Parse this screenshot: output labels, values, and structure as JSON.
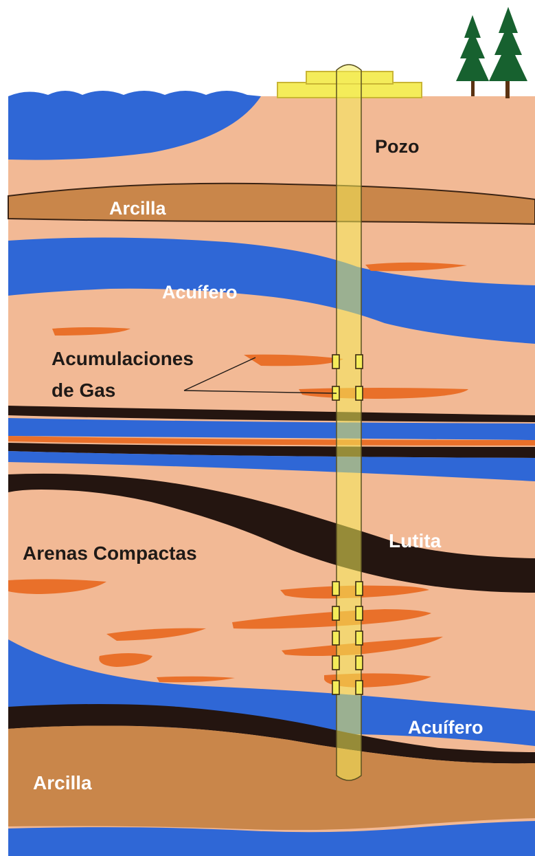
{
  "labels": {
    "well": "Pozo",
    "clay_top": "Arcilla",
    "aquifer_top": "Acuífero",
    "gas_line1": "Acumulaciones",
    "gas_line2": "de Gas",
    "shale": "Lutita",
    "tight_sands": "Arenas Compactas",
    "aquifer_bottom": "Acuífero",
    "clay_bottom": "Arcilla"
  },
  "colors": {
    "sky": "#ffffff",
    "sand": "#f2b995",
    "water": "#2f67d6",
    "clay": "#c9864a",
    "shale": "#241510",
    "gas": "#e9702a",
    "well": "#f4ec5a",
    "well_dark": "#c9b534",
    "tree": "#17612f",
    "trunk": "#5b3312"
  },
  "icons": [
    "tree-icon",
    "wellhead-icon",
    "perforation-icon"
  ]
}
